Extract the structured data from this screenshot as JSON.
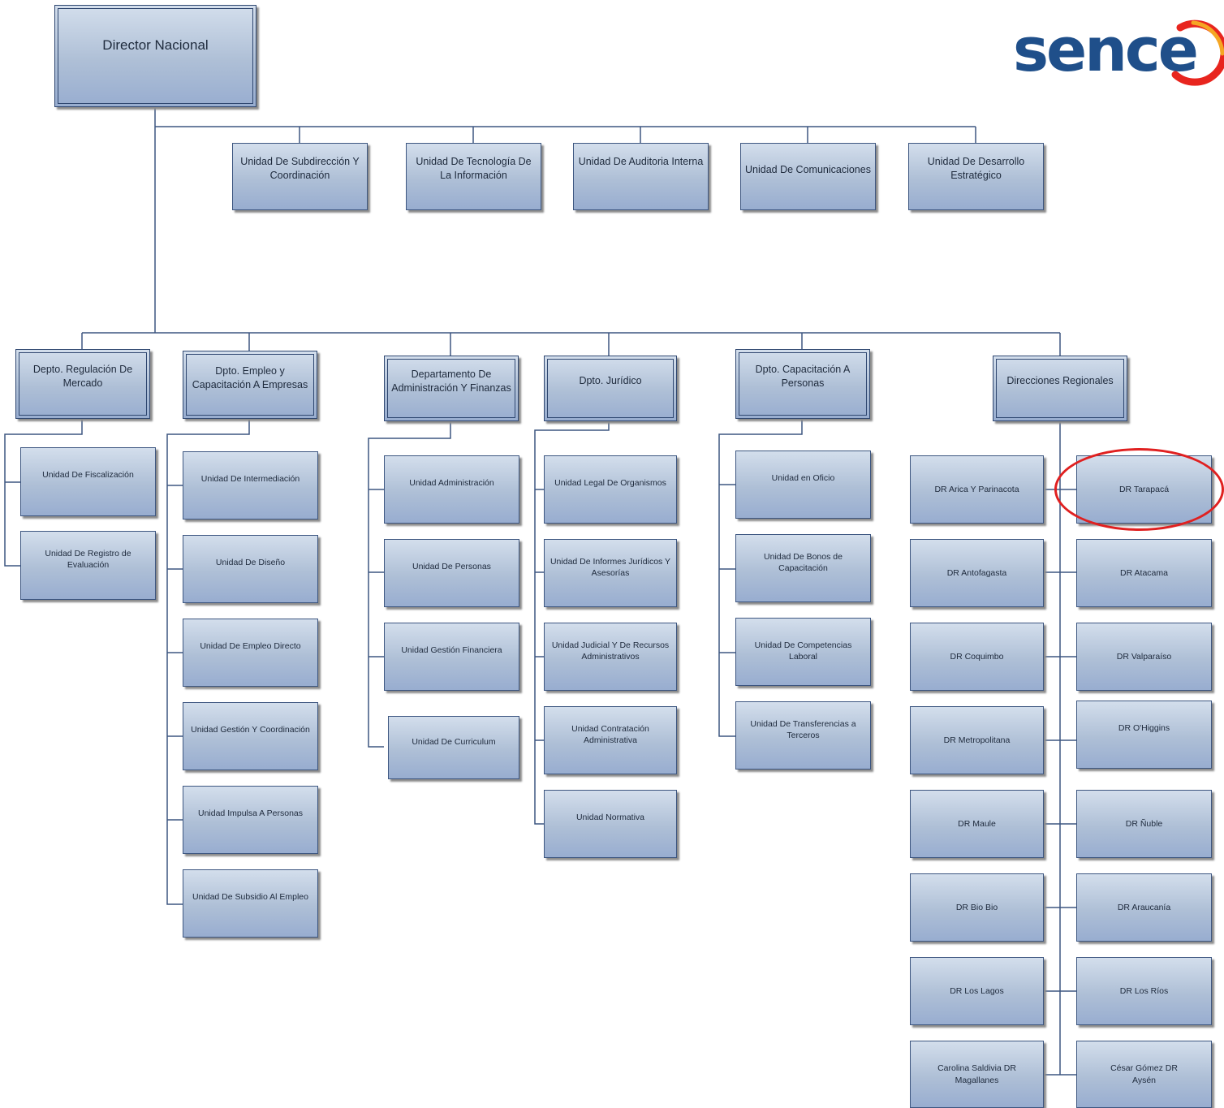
{
  "logo": {
    "text": "sence",
    "icon": "sence-logo"
  },
  "director": {
    "label": "Director  Nacional"
  },
  "staff_units": [
    "Unidad  De Subdirección Y Coordinación",
    "Unidad De Tecnología De La Información",
    "Unidad De Auditoria Interna",
    "Unidad De Comunicaciones",
    "Unidad De Desarrollo Estratégico"
  ],
  "departments": {
    "regulacion": {
      "title": "Depto. Regulación De Mercado",
      "units": [
        "Unidad De Fiscalización",
        "Unidad De Registro de Evaluación"
      ]
    },
    "empleo": {
      "title": "Dpto. Empleo y Capacitación A Empresas",
      "units": [
        "Unidad De Intermediación",
        "Unidad De Diseño",
        "Unidad De Empleo Directo",
        "Unidad Gestión Y Coordinación",
        "Unidad Impulsa A Personas",
        "Unidad De Subsidio Al Empleo"
      ]
    },
    "administracion": {
      "title": "Departamento De Administración Y Finanzas",
      "units": [
        "Unidad Administración",
        "Unidad De Personas",
        "Unidad Gestión Financiera",
        "Unidad De Curriculum"
      ]
    },
    "juridico": {
      "title": "Dpto. Jurídico",
      "units": [
        "Unidad Legal De Organismos",
        "Unidad De Informes Jurídicos Y Asesorías",
        "Unidad Judicial Y De Recursos Administrativos",
        "Unidad Contratación Administrativa",
        "Unidad Normativa"
      ]
    },
    "capacitacion": {
      "title": "Dpto. Capacitación A Personas",
      "units": [
        "Unidad en Oficio",
        "Unidad De Bonos de Capacitación",
        "Unidad De Competencias Laboral",
        "Unidad De Transferencias a Terceros"
      ]
    },
    "regionales": {
      "title": "Direcciones Regionales",
      "left": [
        "DR Arica Y Parinacota",
        "DR Antofagasta",
        "DR Coquimbo",
        "DR Metropolitana",
        "DR Maule",
        "DR Bio Bio",
        "DR Los Lagos",
        "Carolina Saldivia DR Magallanes"
      ],
      "right": [
        "DR Tarapacá",
        "DR Atacama",
        "DR Valparaíso",
        "DR O'Higgins",
        "DR Ñuble",
        "DR Araucanía",
        "DR Los Ríos",
        "César Gómez DR Aysén"
      ]
    }
  },
  "highlight_color": "#e02020",
  "box_color": "#aebfd6",
  "line_color": "#3d5680"
}
